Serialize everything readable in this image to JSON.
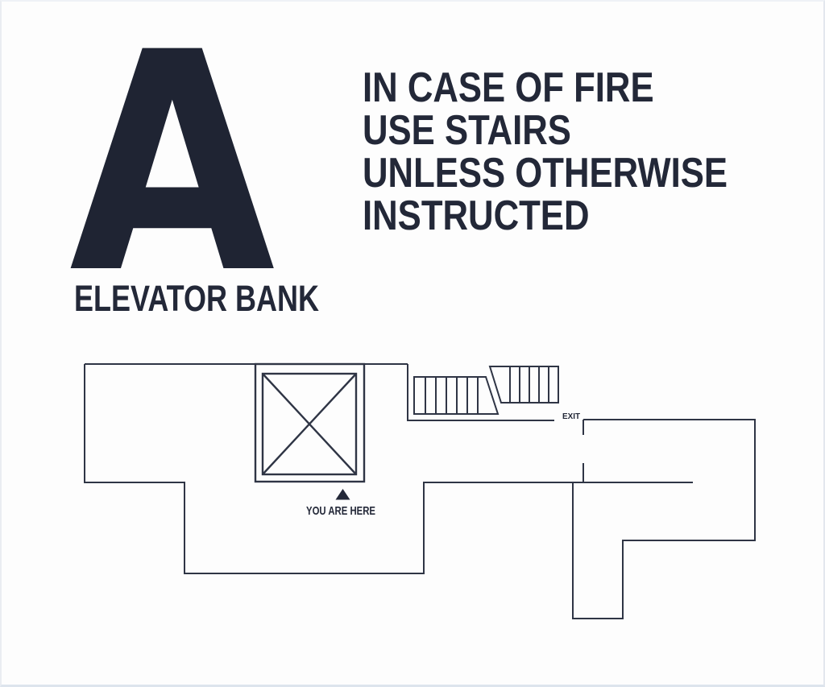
{
  "sign": {
    "zone_letter": "A",
    "zone_label": "ELEVATOR BANK",
    "fire_notice": {
      "lines": [
        "IN CASE OF FIRE",
        "USE STAIRS",
        "UNLESS OTHERWISE",
        "INSTRUCTED"
      ]
    }
  },
  "floor_plan": {
    "exit_label": "EXIT",
    "you_are_here_label": "YOU ARE HERE",
    "symbols": {
      "elevator": "elevator-shaft-crossed-box",
      "stairs": "switchback-stair-flights",
      "marker": "you-are-here-triangle"
    },
    "colors": {
      "ink": "#232838",
      "line": "#2f3545",
      "background": "#fdfdfd"
    }
  }
}
